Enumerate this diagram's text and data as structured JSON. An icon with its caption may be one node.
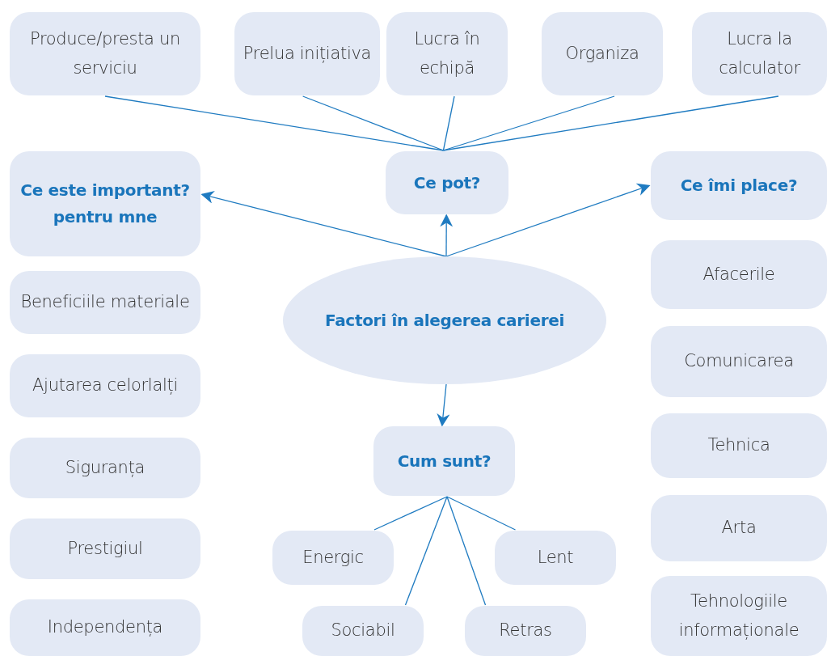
{
  "diagram": {
    "nodes": [
      {
        "text": [
          "Produce/presta un serviciu"
        ]
      },
      {
        "text": [
          "Prelua inițiativa"
        ]
      },
      {
        "text": [
          "Lucra în echipă"
        ]
      },
      {
        "text": [
          "Organiza"
        ]
      },
      {
        "text": [
          "Lucra la calculator"
        ]
      },
      {
        "text": [
          "Ce este important? pentru mne"
        ]
      },
      {
        "text": [
          "Ce pot?"
        ]
      },
      {
        "text": [
          "Ce îmi place?"
        ]
      },
      {
        "text": [
          "Afacerile"
        ]
      },
      {
        "text": [
          "Factori în alegerea carierei"
        ]
      },
      {
        "text": [
          "Beneficiile materiale"
        ]
      },
      {
        "text": [
          "Ajutarea celorlalți"
        ]
      },
      {
        "text": [
          "Comunicarea"
        ]
      },
      {
        "text": [
          "Siguranța"
        ]
      },
      {
        "text": [
          "Cum sunt?"
        ]
      },
      {
        "text": [
          "Tehnica"
        ]
      },
      {
        "text": [
          "Prestigiul"
        ]
      },
      {
        "text": [
          "Arta"
        ]
      },
      {
        "text": [
          "Energic"
        ]
      },
      {
        "text": [
          "Lent"
        ]
      },
      {
        "text": [
          "Independența"
        ]
      },
      {
        "text": [
          "Sociabil"
        ]
      },
      {
        "text": [
          "Retras"
        ]
      },
      {
        "text": [
          "Tehnologiile informaționale"
        ]
      }
    ],
    "edges": [
      {
        "from": 9,
        "to": 5,
        "arrow": "to"
      },
      {
        "from": 9,
        "to": 6,
        "arrow": "to"
      },
      {
        "from": 9,
        "to": 7,
        "arrow": "to"
      },
      {
        "from": 9,
        "to": 14,
        "arrow": "to"
      },
      {
        "from": 6,
        "to": 0,
        "arrow": "none"
      },
      {
        "from": 6,
        "to": 1,
        "arrow": "none"
      },
      {
        "from": 6,
        "to": 2,
        "arrow": "none"
      },
      {
        "from": 6,
        "to": 3,
        "arrow": "none"
      },
      {
        "from": 6,
        "to": 4,
        "arrow": "none"
      },
      {
        "from": 14,
        "to": 18,
        "arrow": "none"
      },
      {
        "from": 14,
        "to": 19,
        "arrow": "none"
      },
      {
        "from": 14,
        "to": 21,
        "arrow": "none"
      },
      {
        "from": 14,
        "to": 22,
        "arrow": "none"
      }
    ]
  }
}
